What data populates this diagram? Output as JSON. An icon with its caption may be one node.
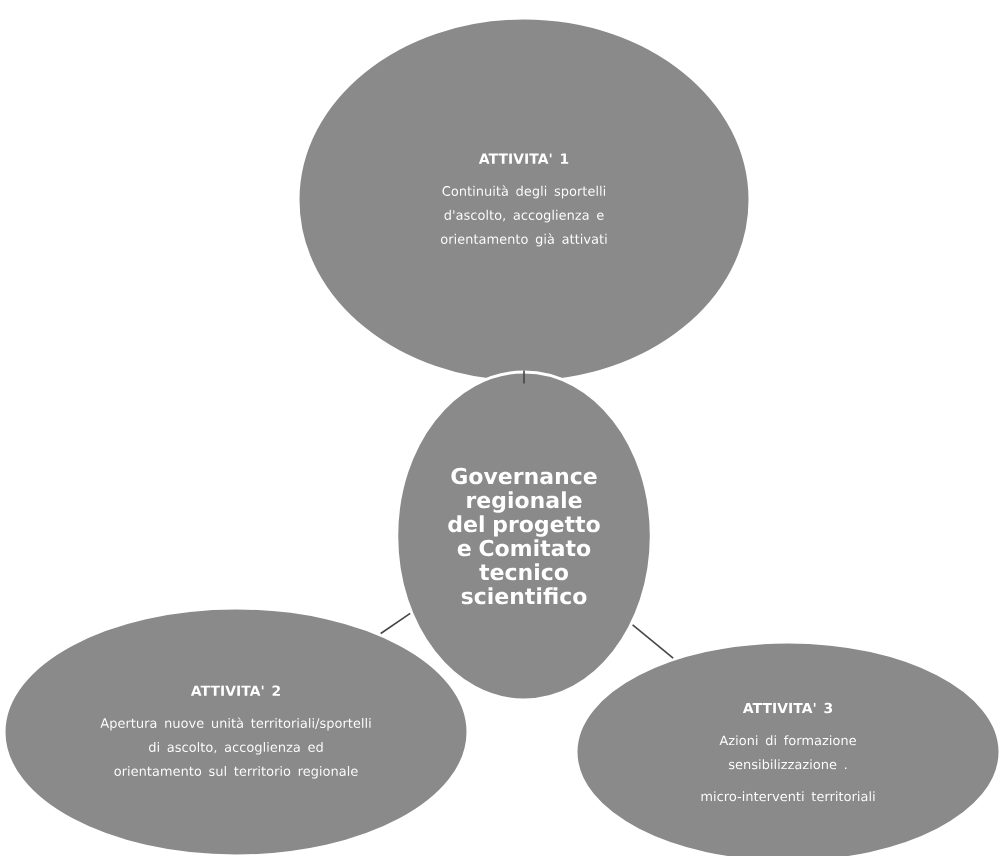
{
  "diagram": {
    "nodes": [
      {
        "text": [
          "ATTIVITA' 1",
          "Continuità degli sportelli d'ascolto, accoglienza e orientamento già attivati"
        ]
      },
      {
        "text": [
          "Governance regionale del progetto e Comitato tecnico scientifico"
        ]
      },
      {
        "text": [
          "ATTIVITA' 2",
          "Apertura nuove unità territoriali/sportelli di ascolto, accoglienza ed orientamento sul territorio regionale"
        ]
      },
      {
        "text": [
          "ATTIVITA' 3",
          "Azioni di formazione sensibilizzazione .",
          "micro-interventi territoriali"
        ]
      }
    ],
    "edges": [
      {
        "from": 1,
        "to": 0,
        "arrow": "none"
      },
      {
        "from": 1,
        "to": 2,
        "arrow": "none"
      },
      {
        "from": 1,
        "to": 3,
        "arrow": "none"
      }
    ]
  }
}
